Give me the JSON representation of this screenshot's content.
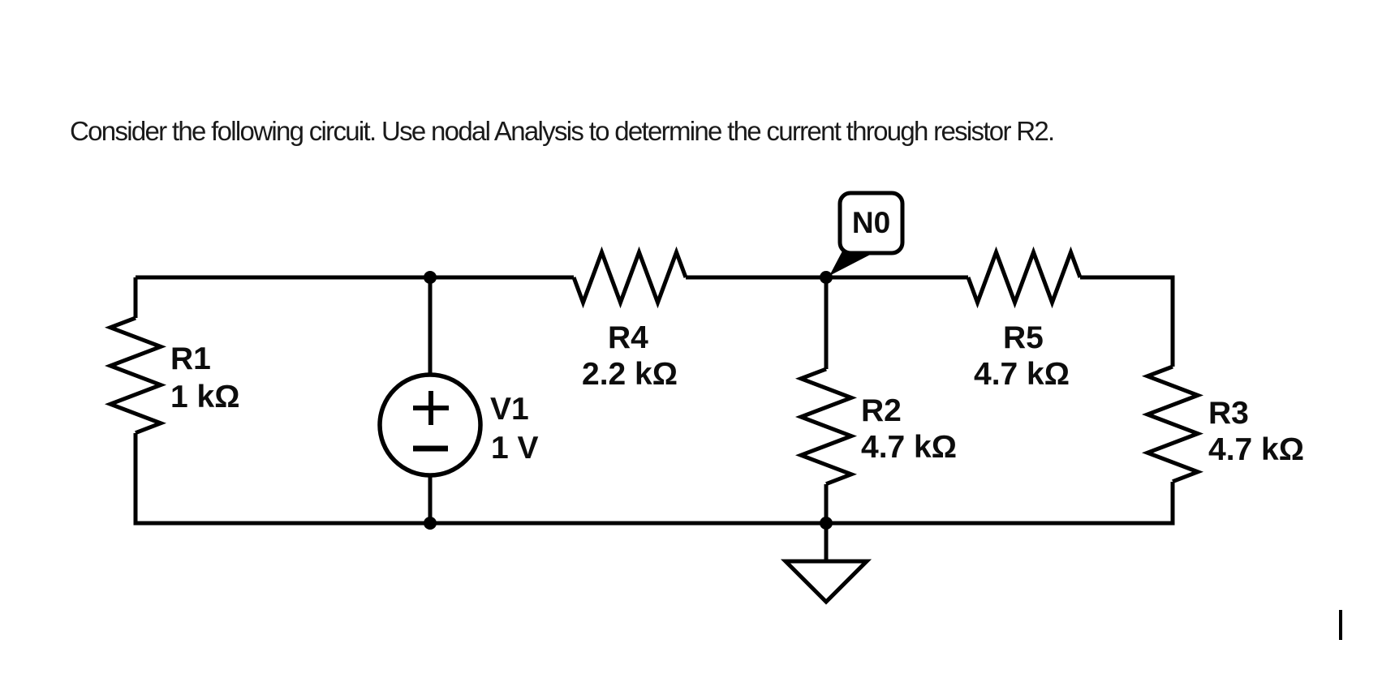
{
  "question": {
    "text": "Consider the following circuit. Use nodal Analysis to determine the current through resistor R2."
  },
  "circuit": {
    "node_label": "N0",
    "components": {
      "r1": {
        "label": "R1",
        "value": "1 kΩ"
      },
      "r2": {
        "label": "R2",
        "value": "4.7 kΩ"
      },
      "r3": {
        "label": "R3",
        "value": "4.7 kΩ"
      },
      "r4": {
        "label": "R4",
        "value": "2.2 kΩ"
      },
      "r5": {
        "label": "R5",
        "value": "4.7 kΩ"
      },
      "v1": {
        "label": "V1",
        "value": "1 V"
      }
    }
  },
  "colors": {
    "ink": "#000000",
    "label_text": "#0d0d0d",
    "background": "#ffffff"
  },
  "text_cursor": {
    "present": true
  }
}
